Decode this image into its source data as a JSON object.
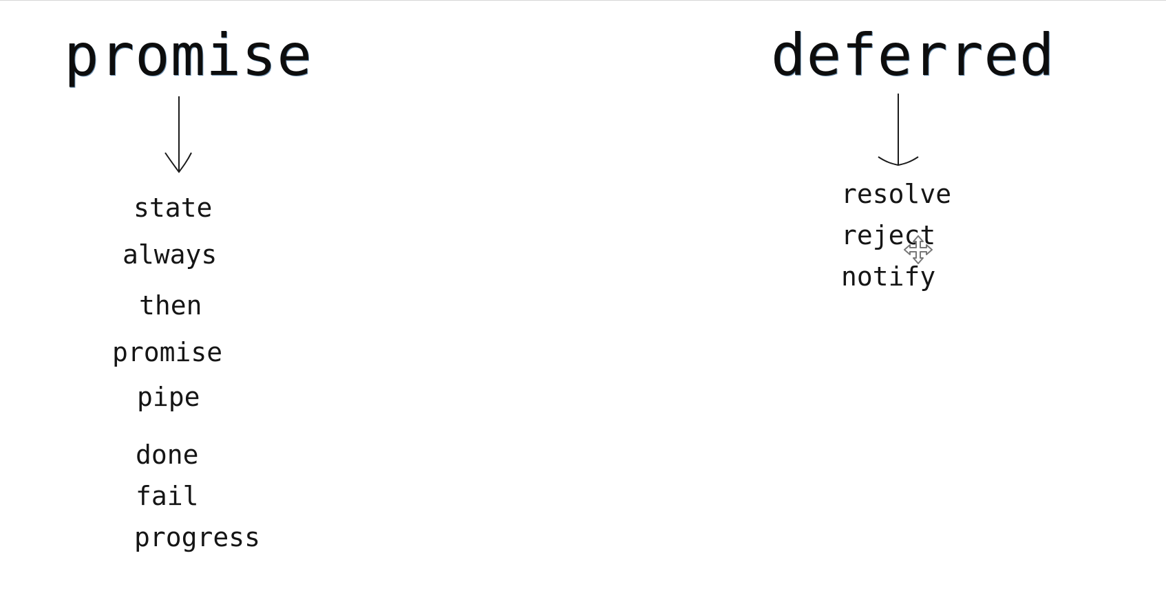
{
  "diagram": {
    "left": {
      "title": "promise",
      "items": [
        "state",
        "always",
        "then",
        "promise",
        "pipe",
        "done",
        "fail",
        "progress"
      ]
    },
    "right": {
      "title": "deferred",
      "items": [
        "resolve",
        "reject",
        "notify"
      ]
    }
  },
  "icons": {
    "arrow": "arrow-down-icon",
    "cursor": "move-cursor-icon"
  }
}
